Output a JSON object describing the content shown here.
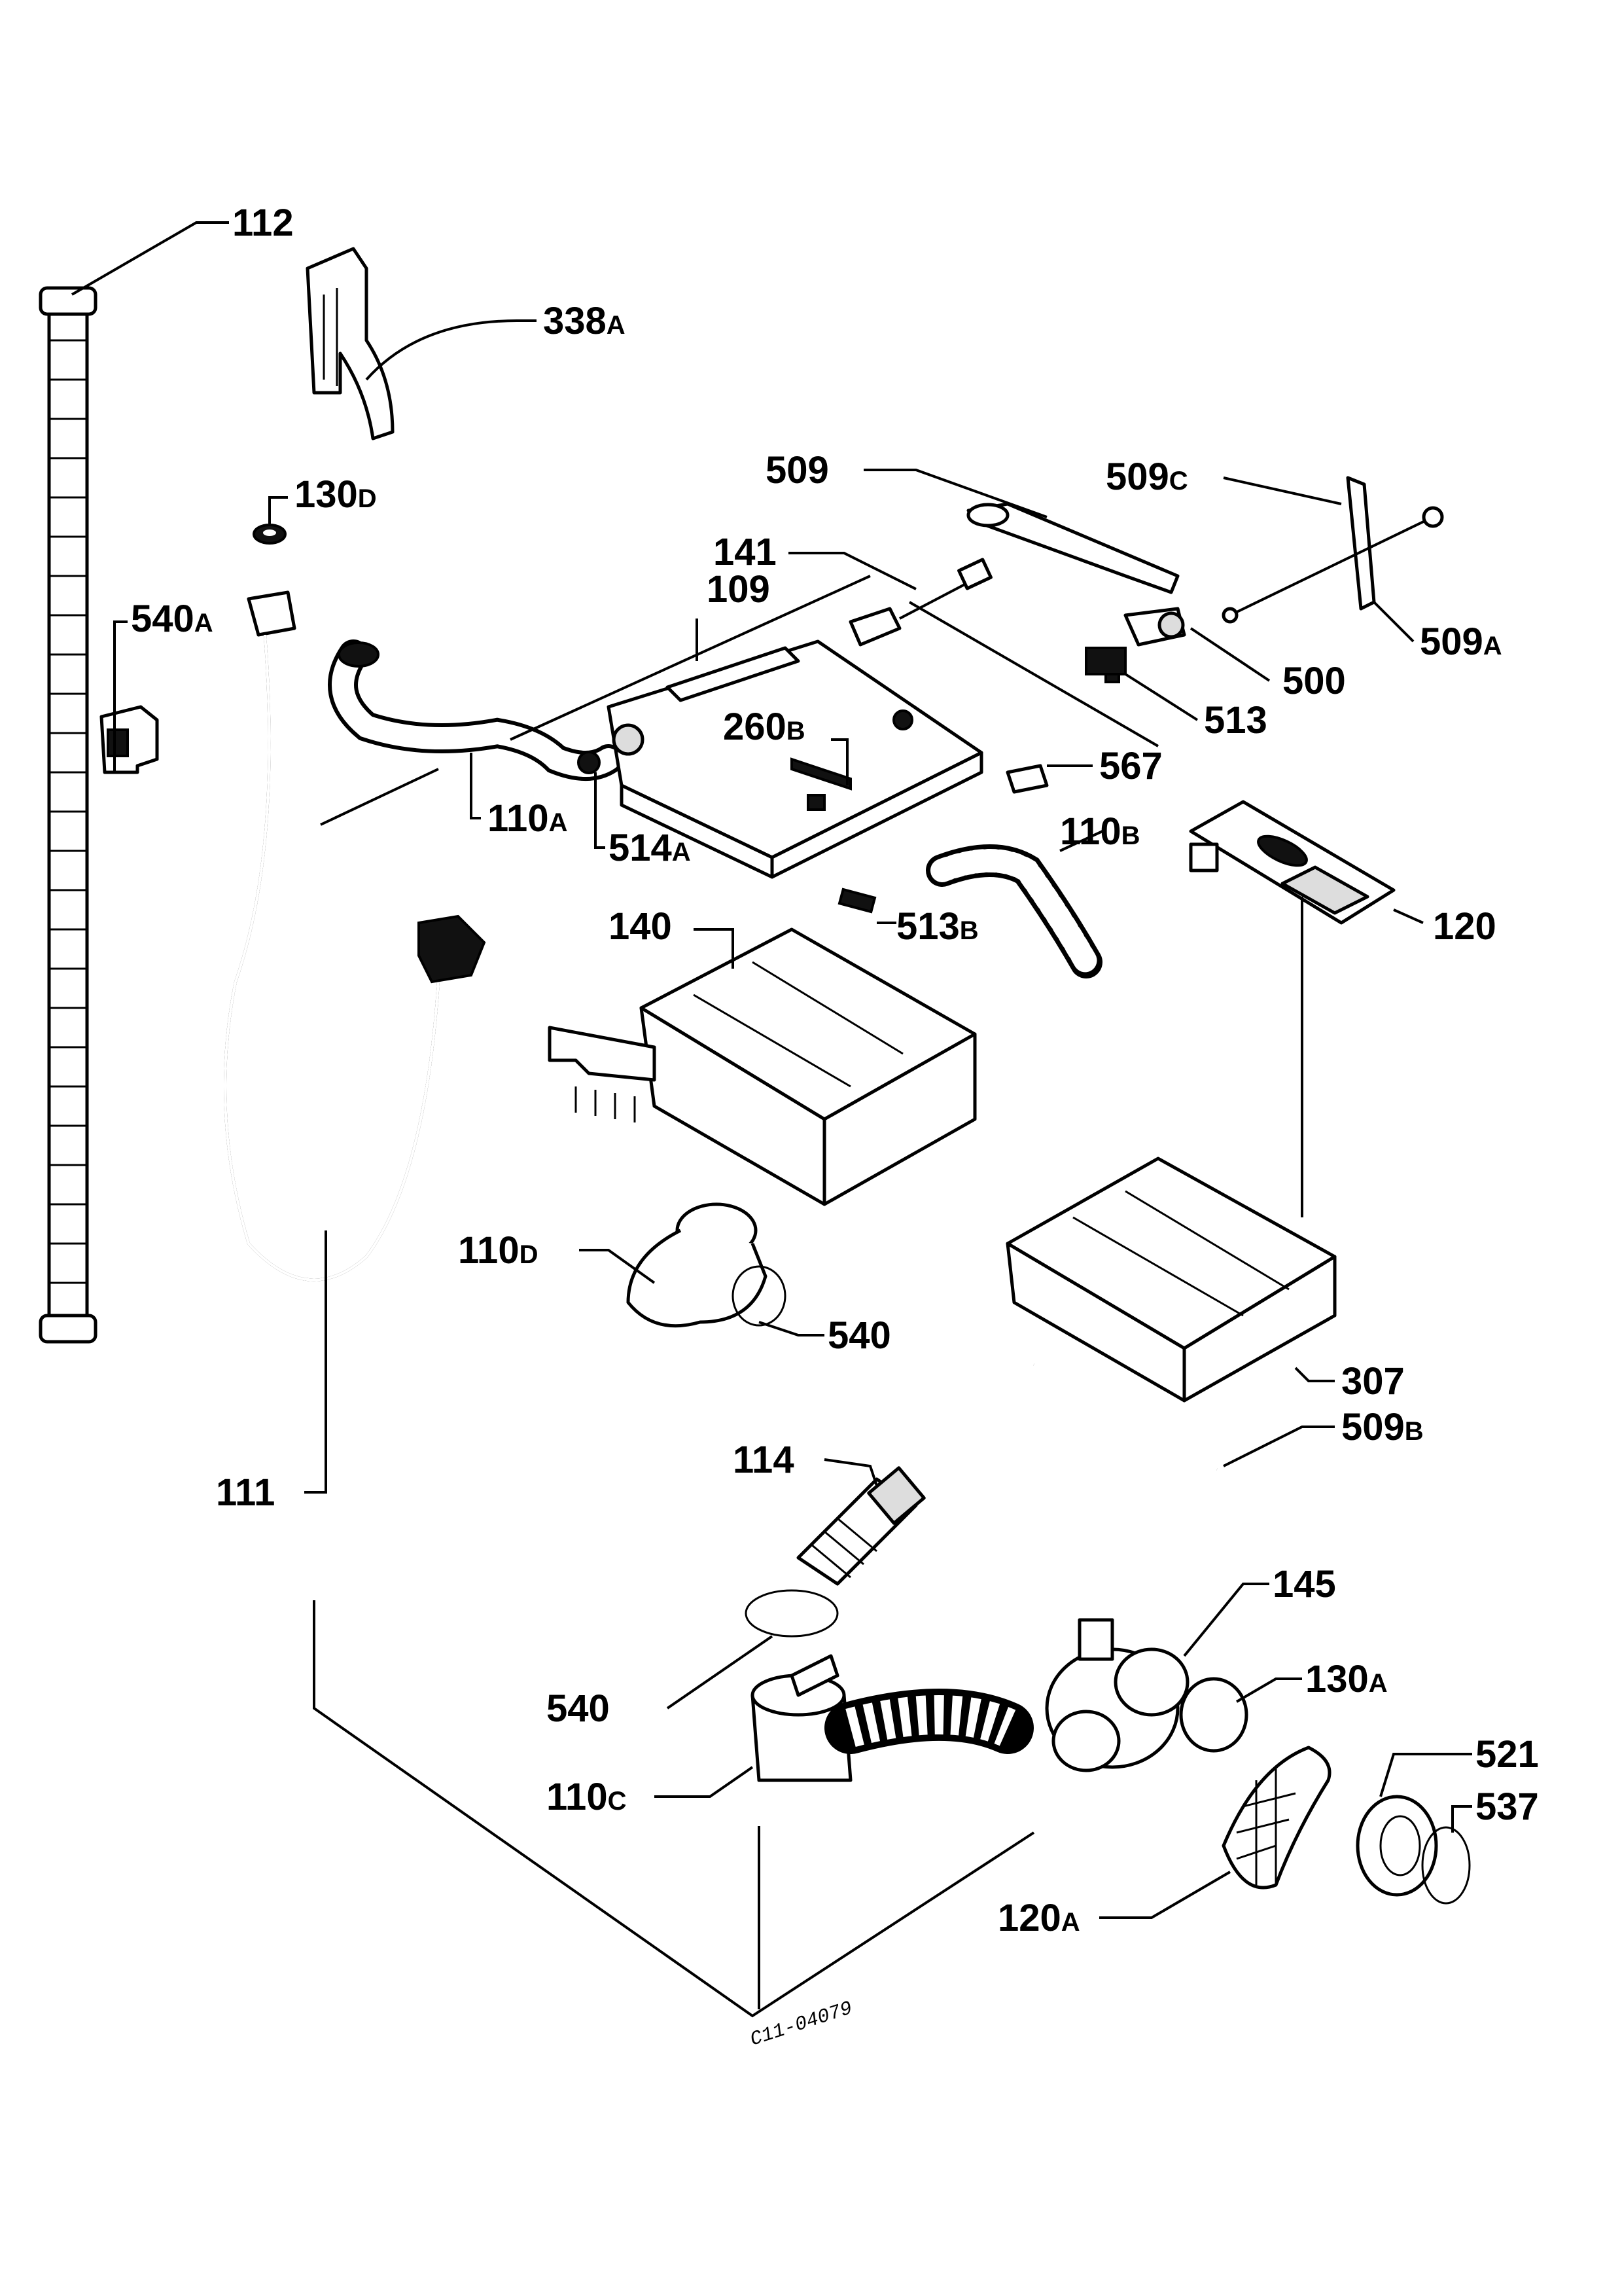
{
  "labels": {
    "l112": "112",
    "l338a": "338",
    "l338a_s": "A",
    "l130d": "130",
    "l130d_s": "D",
    "l540a": "540",
    "l540a_s": "A",
    "l509": "509",
    "l509c": "509",
    "l509c_s": "C",
    "l141": "141",
    "l109": "109",
    "l509a": "509",
    "l509a_s": "A",
    "l500": "500",
    "l513": "513",
    "l260b": "260",
    "l260b_s": "B",
    "l567": "567",
    "l110a": "110",
    "l110a_s": "A",
    "l514a": "514",
    "l514a_s": "A",
    "l110b": "110",
    "l110b_s": "B",
    "l120": "120",
    "l140": "140",
    "l513b": "513",
    "l513b_s": "B",
    "l110d": "110",
    "l110d_s": "D",
    "l540": "540",
    "l307": "307",
    "l509b": "509",
    "l509b_s": "B",
    "l111": "111",
    "l114": "114",
    "l145": "145",
    "l540b": "540",
    "l130a": "130",
    "l130a_s": "A",
    "l521": "521",
    "l110c": "110",
    "l110c_s": "C",
    "l537": "537",
    "l120a": "120",
    "l120a_s": "A"
  },
  "drawing_code": "C11-04079"
}
